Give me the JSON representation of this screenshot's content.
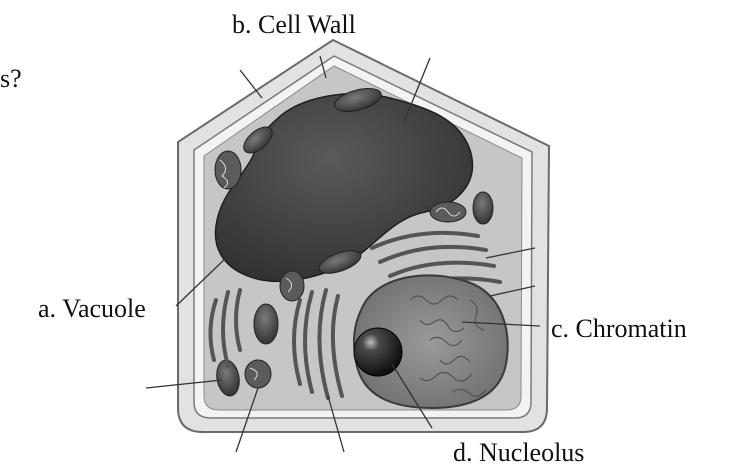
{
  "diagram": {
    "subject": "plant-cell",
    "labels": {
      "cell_wall": "b. Cell Wall",
      "vacuole": "a. Vacuole",
      "chromatin": "c. Chromatin",
      "nucleolus": "d. Nucleolus"
    },
    "cropped_text": "s?",
    "colors": {
      "background": "#ffffff",
      "ink": "#111111",
      "cell_wall": "#dcdcdc",
      "cytoplasm": "#c4c4c4",
      "organelle_dark": "#4a4a4a",
      "vacuole": "#3f3f3f",
      "nucleus": "#8a8a8a",
      "nucleolus": "#151515",
      "leader_line": "#333333"
    },
    "icons": [
      "vacuole",
      "nucleus",
      "nucleolus",
      "chloroplast",
      "mitochondrion",
      "golgi",
      "endoplasmic-reticulum"
    ]
  }
}
